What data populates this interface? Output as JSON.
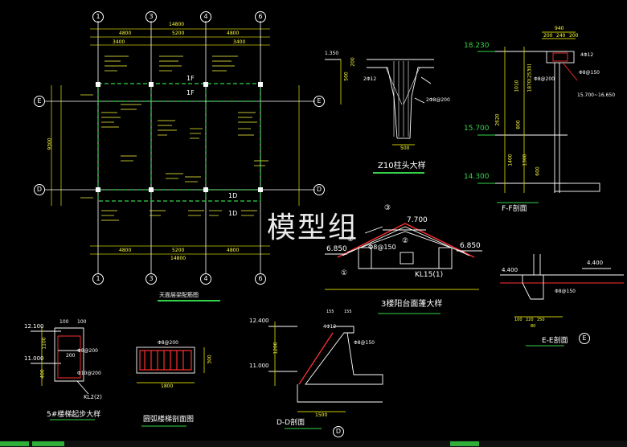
{
  "colors": {
    "background": "#000000",
    "line": "#ffffff",
    "dim": "#c8c800",
    "rebar": "#ff3030",
    "text_green": "#34d24a",
    "text_yellow": "#ffff40",
    "watermark": "#ffffff"
  },
  "watermark": "模型组",
  "plan": {
    "title": "天面层梁配筋图",
    "axes_top": [
      "1",
      "3",
      "4",
      "6"
    ],
    "axes_bottom": [
      "1",
      "3",
      "4",
      "6"
    ],
    "axes_left": [
      "E",
      "D"
    ],
    "axes_right": [
      "E",
      "D"
    ],
    "dims_top": [
      "14800",
      "4800",
      "5200",
      "4800",
      "3400",
      "3400"
    ],
    "dims_bottom": [
      "4800",
      "5200",
      "4800",
      "14800"
    ],
    "dims_left": [
      "9300"
    ],
    "labels": [
      "1F",
      "1F",
      "1D",
      "1D"
    ]
  },
  "z10": {
    "title": "Z10柱头大样",
    "dims": [
      "1.350",
      "500",
      "200",
      "500"
    ],
    "rebar": [
      "2Φ12",
      "2Φ8@200"
    ]
  },
  "ff": {
    "title": "F-F剖面",
    "elevations": [
      "18.230",
      "15.700",
      "14.300"
    ],
    "dims_top": [
      "940",
      "200",
      "240",
      "200"
    ],
    "dims_side": [
      "1870(2530)",
      "1010",
      "2620",
      "800",
      "1400",
      "1300",
      "600"
    ],
    "rebar": [
      "4Φ12",
      "Φ8@150",
      "Φ8@200"
    ],
    "note": "15.700~16.650"
  },
  "roof": {
    "title": "3楼阳台面蓬大样",
    "elevations": [
      "7.700",
      "6.850",
      "6.850"
    ],
    "bubbles": [
      "①",
      "②",
      "③"
    ],
    "beam": "KL15(1)",
    "rebar": "Φ8@150"
  },
  "ee": {
    "title": "E-E剖面",
    "elevations": [
      "4.400",
      "4.400"
    ],
    "dims": [
      "100",
      "220",
      "250",
      "80"
    ],
    "rebar": [
      "Φ8@150"
    ],
    "axis": "E"
  },
  "stair5": {
    "title": "5#楼梯起步大样",
    "elevations": [
      "12.100",
      "11.000"
    ],
    "dims": [
      "1100",
      "400",
      "200",
      "100",
      "100"
    ],
    "rebar": [
      "Φ8@200",
      "Φ10@200"
    ],
    "beam": "KL2(2)"
  },
  "arc": {
    "title": "圆弧楼梯剖面图",
    "dims": [
      "1800",
      "300"
    ],
    "rebar": [
      "Φ8@200"
    ]
  },
  "dd": {
    "title": "D-D剖面",
    "elevations": [
      "12.400",
      "11.000"
    ],
    "dims": [
      "1200",
      "155",
      "155",
      "1500"
    ],
    "rebar": [
      "4Φ12",
      "Φ8@150"
    ],
    "axis": "D"
  },
  "status_bar": [
    "",
    "",
    ""
  ]
}
